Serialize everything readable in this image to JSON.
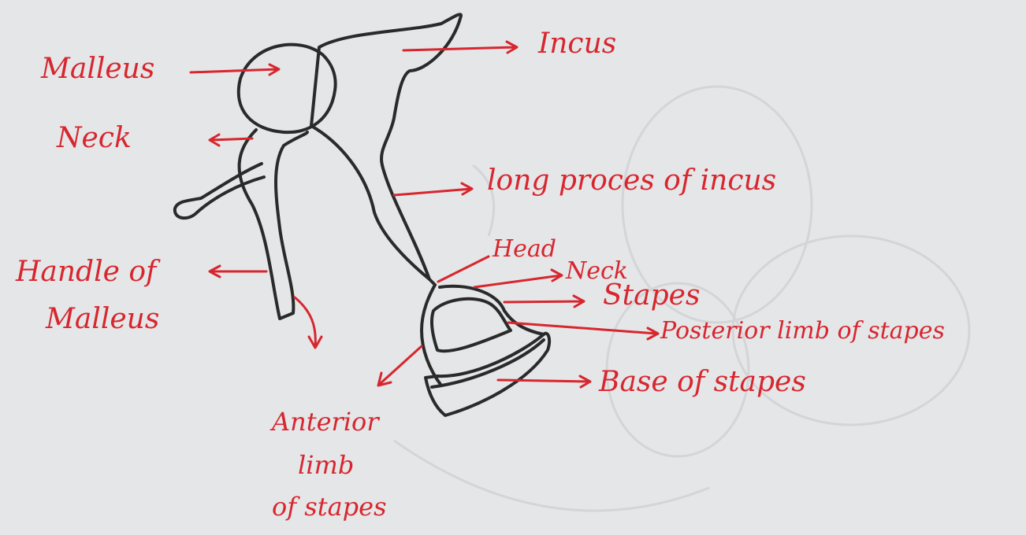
{
  "labels": {
    "malleus": "Malleus",
    "incus": "Incus",
    "neck_malleus": "Neck",
    "long_process": "long proces of incus",
    "handle_line1": "Handle of",
    "handle_line2": "Malleus",
    "head": "Head",
    "neck_stapes": "Neck",
    "stapes": "Stapes",
    "posterior_limb": "Posterior limb of stapes",
    "base": "Base of stapes",
    "anterior_line1": "Anterior",
    "anterior_line2": "limb",
    "anterior_line3": "of stapes"
  },
  "colors": {
    "ink": "#2a2a2a",
    "label": "#d8262e",
    "paper": "#e4e6e8",
    "faint": "#c9cbce"
  }
}
